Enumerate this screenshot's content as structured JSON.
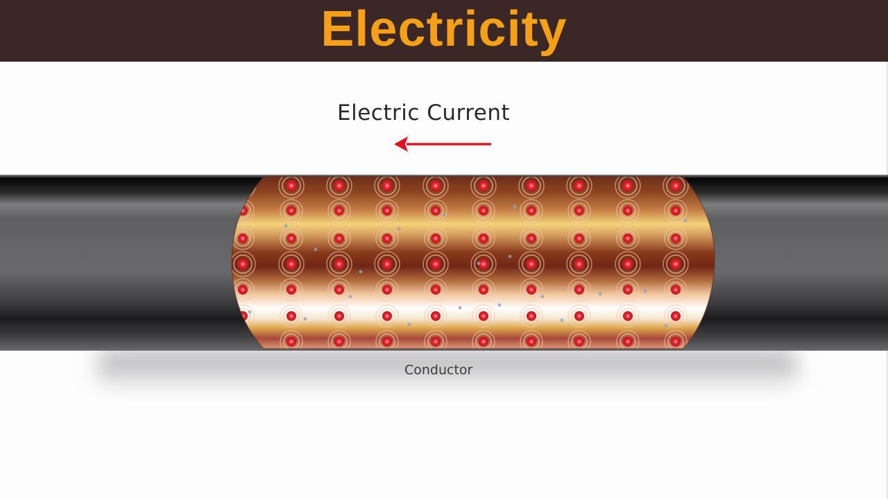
{
  "banner": {
    "title": "Electricity",
    "background": "#3b2725",
    "title_color": "#f6a01a"
  },
  "diagram": {
    "current_label": "Electric Current",
    "current_direction": "left",
    "arrow_color": "#e0121f",
    "conductor_label": "Conductor",
    "wire_color": "#5a5a5c",
    "copper_colors": [
      "#7a3016",
      "#c0783f",
      "#f3d27a",
      "#ffffff"
    ],
    "atom_color": "#d61a26",
    "atom_grid": {
      "columns_x": [
        350,
        420,
        489,
        558,
        628,
        697,
        766,
        835,
        905,
        974
      ],
      "rows_y": [
        268,
        304,
        344,
        381,
        418,
        456,
        493
      ]
    }
  }
}
